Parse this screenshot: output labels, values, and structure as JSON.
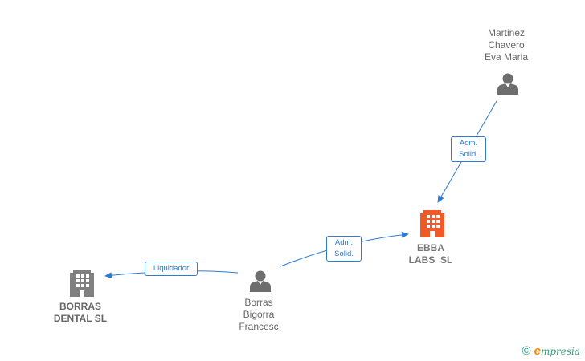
{
  "colors": {
    "edge": "#2e7bd4",
    "person_icon": "#6e6e6e",
    "company_icon": "#808080",
    "company_highlight": "#f05a28",
    "label_text": "#666666"
  },
  "nodes": {
    "martinez": {
      "lines": [
        "Martinez",
        "Chavero",
        "Eva Maria"
      ],
      "icon": "person-icon"
    },
    "ebba": {
      "lines": [
        "EBBA",
        "LABS  SL"
      ],
      "icon": "building-icon-highlight"
    },
    "borras_person": {
      "lines": [
        "Borras",
        "Bigorra",
        "Francesc"
      ],
      "icon": "person-icon"
    },
    "borras_dental": {
      "lines": [
        "BORRAS",
        "DENTAL SL"
      ],
      "icon": "building-icon"
    }
  },
  "edges": {
    "martinez_ebba": {
      "lines": [
        "Adm.",
        "Solid."
      ]
    },
    "borras_ebba": {
      "lines": [
        "Adm.",
        "Solid."
      ]
    },
    "borras_dental": {
      "lines": [
        "Liquidador"
      ]
    }
  },
  "watermark": {
    "copyright": "©",
    "brand_first": "e",
    "brand_rest": "mpresia"
  }
}
